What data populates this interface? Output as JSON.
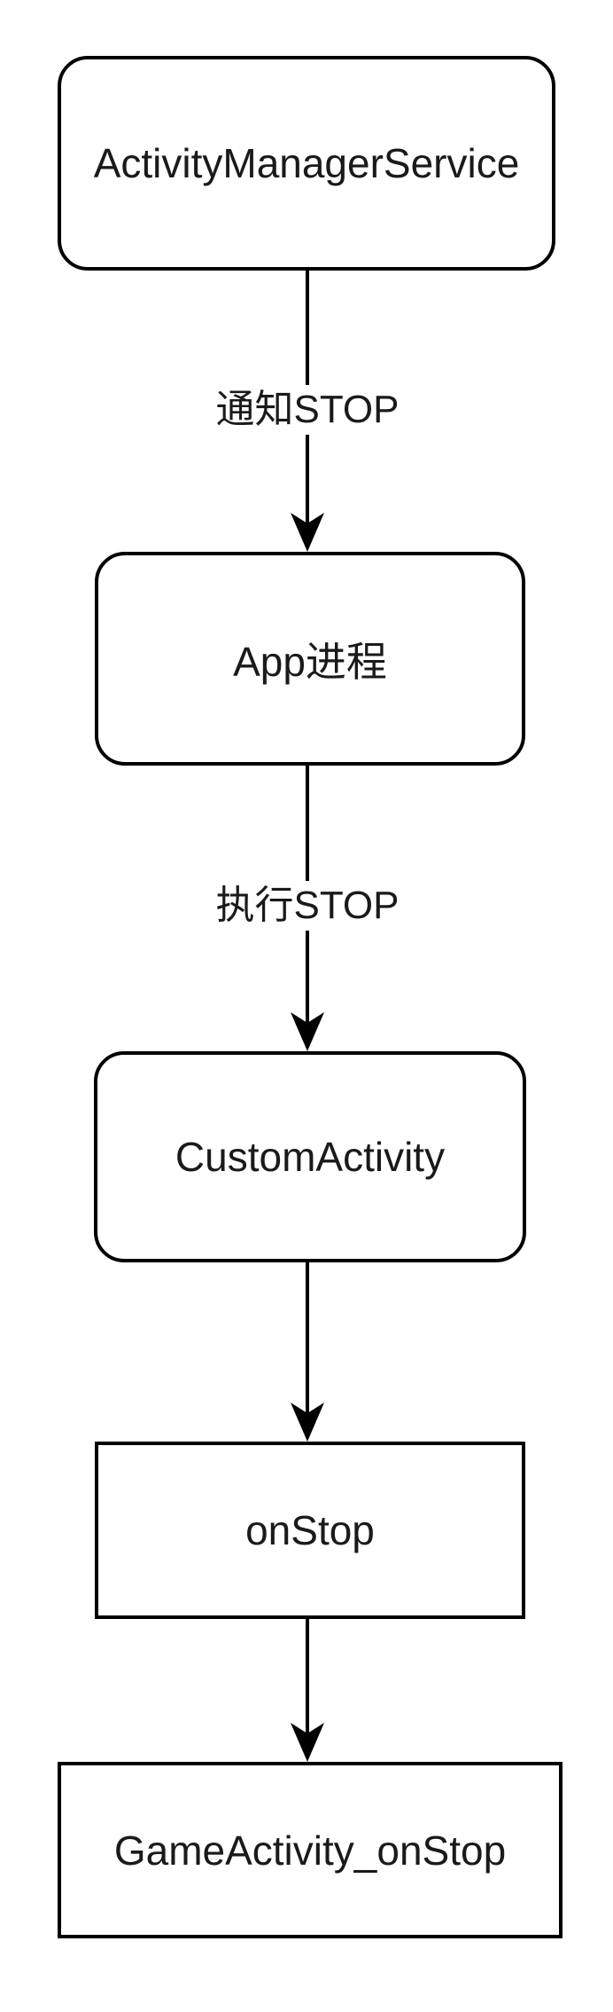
{
  "diagram": {
    "type": "flowchart",
    "direction": "top-down",
    "colors": {
      "background": "#ffffff",
      "node_fill": "#ffffff",
      "node_stroke": "#000000",
      "text": "#1a1a1a",
      "arrow": "#000000"
    },
    "nodes": [
      {
        "id": "ams",
        "label": "ActivityManagerService",
        "shape": "rounded-rectangle"
      },
      {
        "id": "app",
        "label": "App进程",
        "shape": "rounded-rectangle"
      },
      {
        "id": "custom",
        "label": "CustomActivity",
        "shape": "rounded-rectangle"
      },
      {
        "id": "onstop",
        "label": "onStop",
        "shape": "rectangle"
      },
      {
        "id": "game",
        "label": "GameActivity_onStop",
        "shape": "rectangle"
      }
    ],
    "edges": [
      {
        "from": "ams",
        "to": "app",
        "label": "通知STOP",
        "has_arrowhead": true
      },
      {
        "from": "app",
        "to": "custom",
        "label": "执行STOP",
        "has_arrowhead": true
      },
      {
        "from": "custom",
        "to": "onstop",
        "label": "",
        "has_arrowhead": true
      },
      {
        "from": "onstop",
        "to": "game",
        "label": "",
        "has_arrowhead": true
      }
    ]
  }
}
